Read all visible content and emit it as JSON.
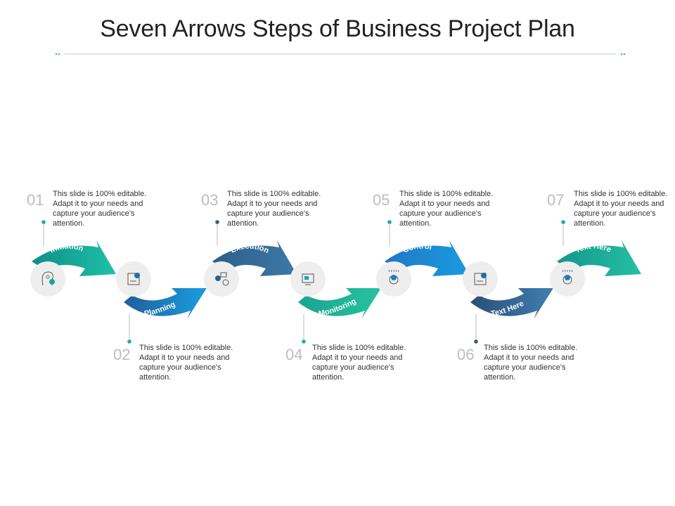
{
  "title": "Seven Arrows Steps of Business Project Plan",
  "colors": {
    "teal": "#14a89a",
    "blue_dark": "#1f6fa8",
    "navy": "#2e5f86",
    "blue": "#1a7cc0",
    "circle_gray": "#eeeeee",
    "dot_teal": "#21a7b5"
  },
  "steps": [
    {
      "num": "01",
      "label": "Initiation",
      "desc": "This slide is 100% editable. Adapt it to your needs and capture your audience's attention.",
      "icon": "user-head-icon"
    },
    {
      "num": "02",
      "label": "Planning",
      "desc": "This slide is 100% editable. Adapt it to your needs and capture your audience's attention.",
      "icon": "planning-board-icon"
    },
    {
      "num": "03",
      "label": "Execution",
      "desc": "This slide is 100% editable. Adapt it to your needs and capture your audience's attention.",
      "icon": "gear-person-icon"
    },
    {
      "num": "04",
      "label": "Monitoring",
      "desc": "This slide is 100% editable. Adapt it to your needs and capture your audience's attention.",
      "icon": "monitor-icon"
    },
    {
      "num": "05",
      "label": "Control",
      "desc": "This slide is 100% editable. Adapt it to your needs and capture your audience's attention.",
      "icon": "lightbulb-icon"
    },
    {
      "num": "06",
      "label": "Text Here",
      "desc": "This slide is 100% editable. Adapt it to your needs and capture your audience's attention.",
      "icon": "planning-board-icon"
    },
    {
      "num": "07",
      "label": "Text Here",
      "desc": "This slide is 100% editable. Adapt it to your needs and capture your audience's attention.",
      "icon": "lightbulb-icon"
    }
  ]
}
